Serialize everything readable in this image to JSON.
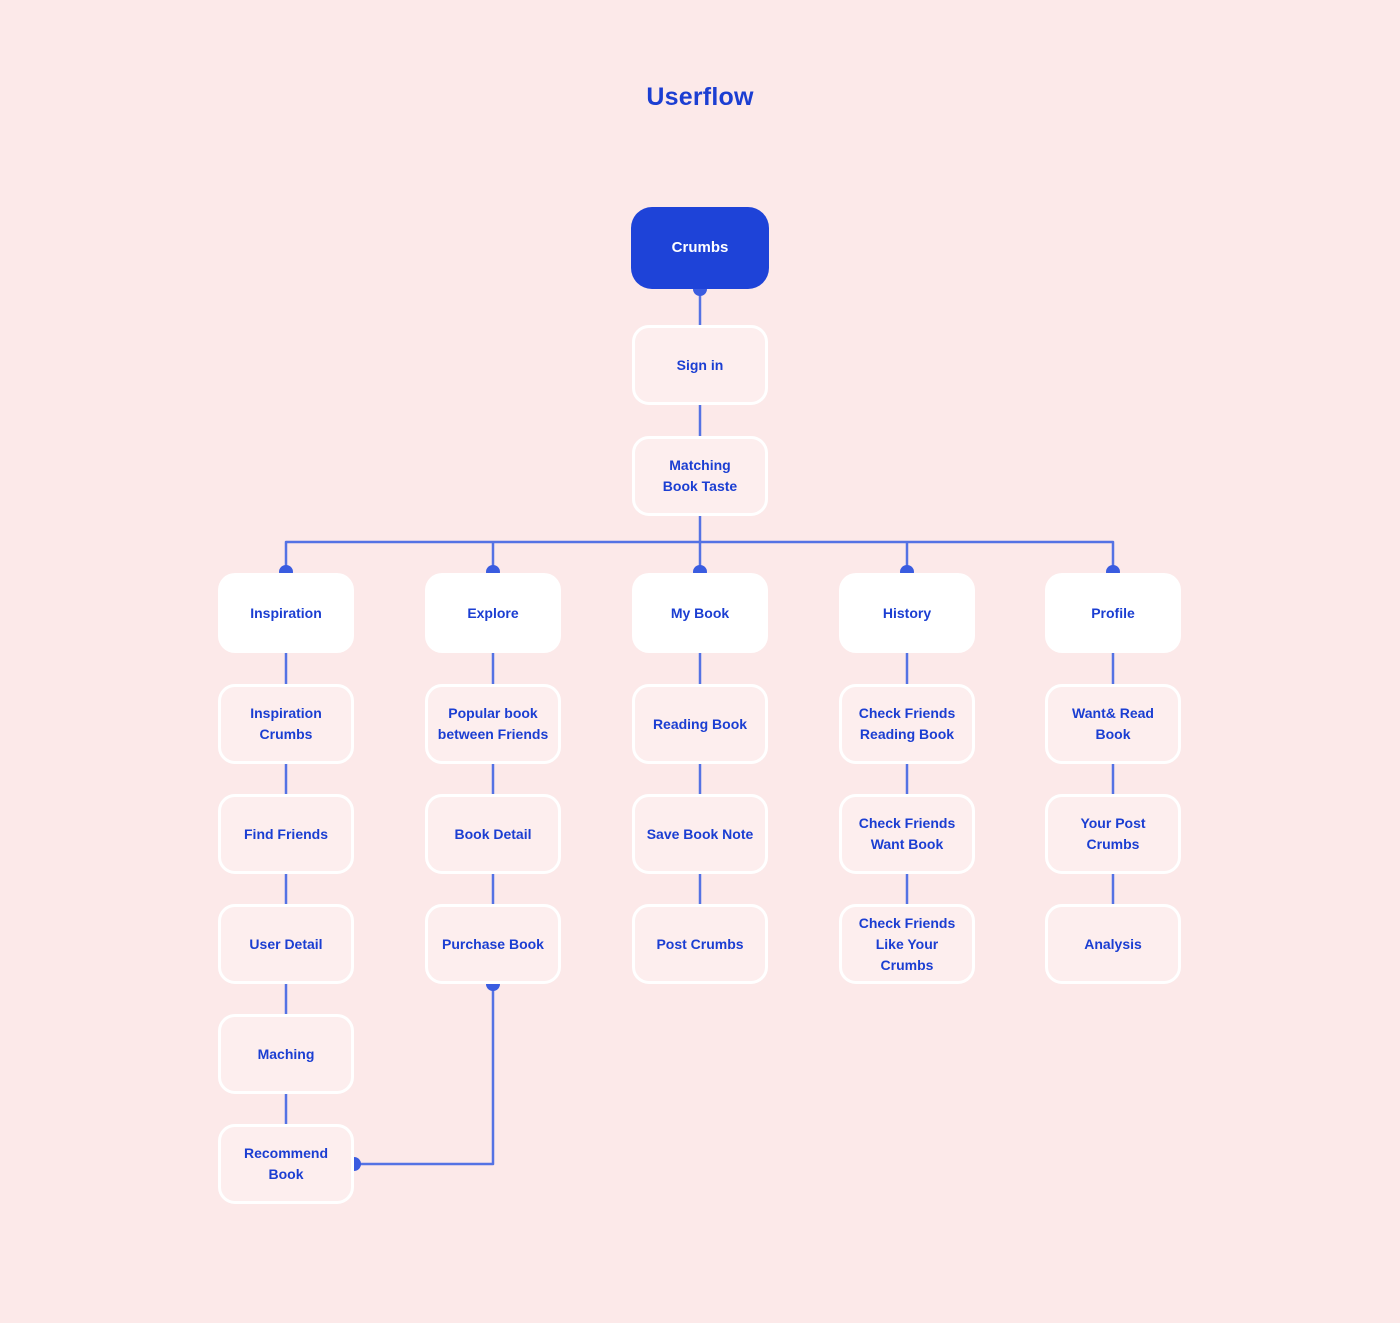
{
  "title": "Userflow",
  "colors": {
    "background": "#fce9e9",
    "node_fill": "#fdeeee",
    "category_fill": "#ffffff",
    "root_fill": "#1e43d8",
    "root_text": "#ffffff",
    "text_blue": "#1b3ed2",
    "line": "#5472e4",
    "dot": "#3a5ce0",
    "border_white": "#ffffff"
  },
  "root": {
    "label": "Crumbs"
  },
  "steps": [
    {
      "label": "Sign in"
    },
    {
      "label": "Matching\nBook Taste"
    }
  ],
  "columns": [
    {
      "label": "Inspiration",
      "children": [
        {
          "label": "Inspiration\nCrumbs"
        },
        {
          "label": "Find Friends"
        },
        {
          "label": "User Detail"
        },
        {
          "label": "Maching"
        },
        {
          "label": "Recommend\nBook"
        }
      ]
    },
    {
      "label": "Explore",
      "children": [
        {
          "label": "Popular book\nbetween Friends"
        },
        {
          "label": "Book Detail"
        },
        {
          "label": "Purchase Book"
        }
      ]
    },
    {
      "label": "My Book",
      "children": [
        {
          "label": "Reading Book"
        },
        {
          "label": "Save Book Note"
        },
        {
          "label": "Post Crumbs"
        }
      ]
    },
    {
      "label": "History",
      "children": [
        {
          "label": "Check Friends\nReading Book"
        },
        {
          "label": "Check Friends\nWant Book"
        },
        {
          "label": "Check Friends\nLike Your Crumbs"
        }
      ]
    },
    {
      "label": "Profile",
      "children": [
        {
          "label": "Want& Read\nBook"
        },
        {
          "label": "Your Post\nCrumbs"
        },
        {
          "label": "Analysis"
        }
      ]
    }
  ],
  "cross_link": {
    "from": "Recommend Book",
    "to": "Purchase Book"
  }
}
